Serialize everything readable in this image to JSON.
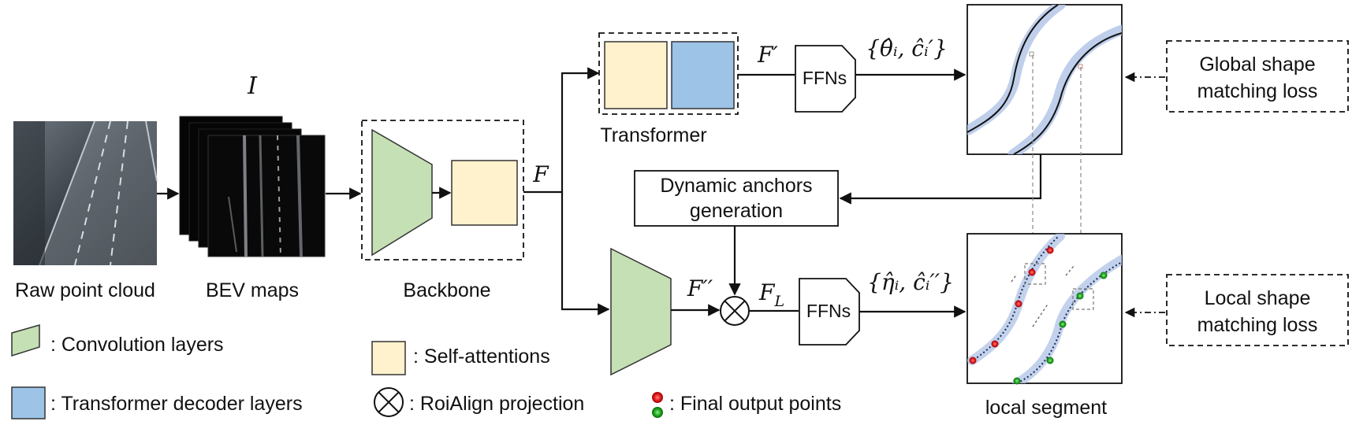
{
  "labels": {
    "raw_point_cloud": "Raw point cloud",
    "bev_maps": "BEV maps",
    "backbone": "Backbone",
    "transformer": "Transformer",
    "local_segment": "local segment",
    "ffns_top": "FFNs",
    "ffns_bottom": "FFNs",
    "dynamic_anchors_line1": "Dynamic anchors",
    "dynamic_anchors_line2": "generation",
    "global_loss_line1": "Global shape",
    "global_loss_line2": "matching loss",
    "local_loss_line1": "Local shape",
    "local_loss_line2": "matching loss"
  },
  "symbols": {
    "I": "I",
    "F": "F",
    "F_prime": "F′",
    "F_dprime": "F′′",
    "F_L_main": "F",
    "F_L_sub": "L",
    "global_output": "{θ̂ᵢ, ĉᵢ′}",
    "local_output": "{η̂ᵢ, ĉᵢ′′}"
  },
  "legend": {
    "conv": ": Convolution layers",
    "self_attn": ": Self-attentions",
    "decoder": ": Transformer decoder layers",
    "roialign": ": RoiAlign projection",
    "final_points": ": Final output points"
  },
  "colors": {
    "conv_green": "#c5e0b4",
    "self_attn_yellow": "#fff2cc",
    "decoder_blue": "#9dc3e6",
    "lane_band": "#b4c7e7",
    "point_red": "#e02020",
    "point_green": "#22aa22"
  }
}
